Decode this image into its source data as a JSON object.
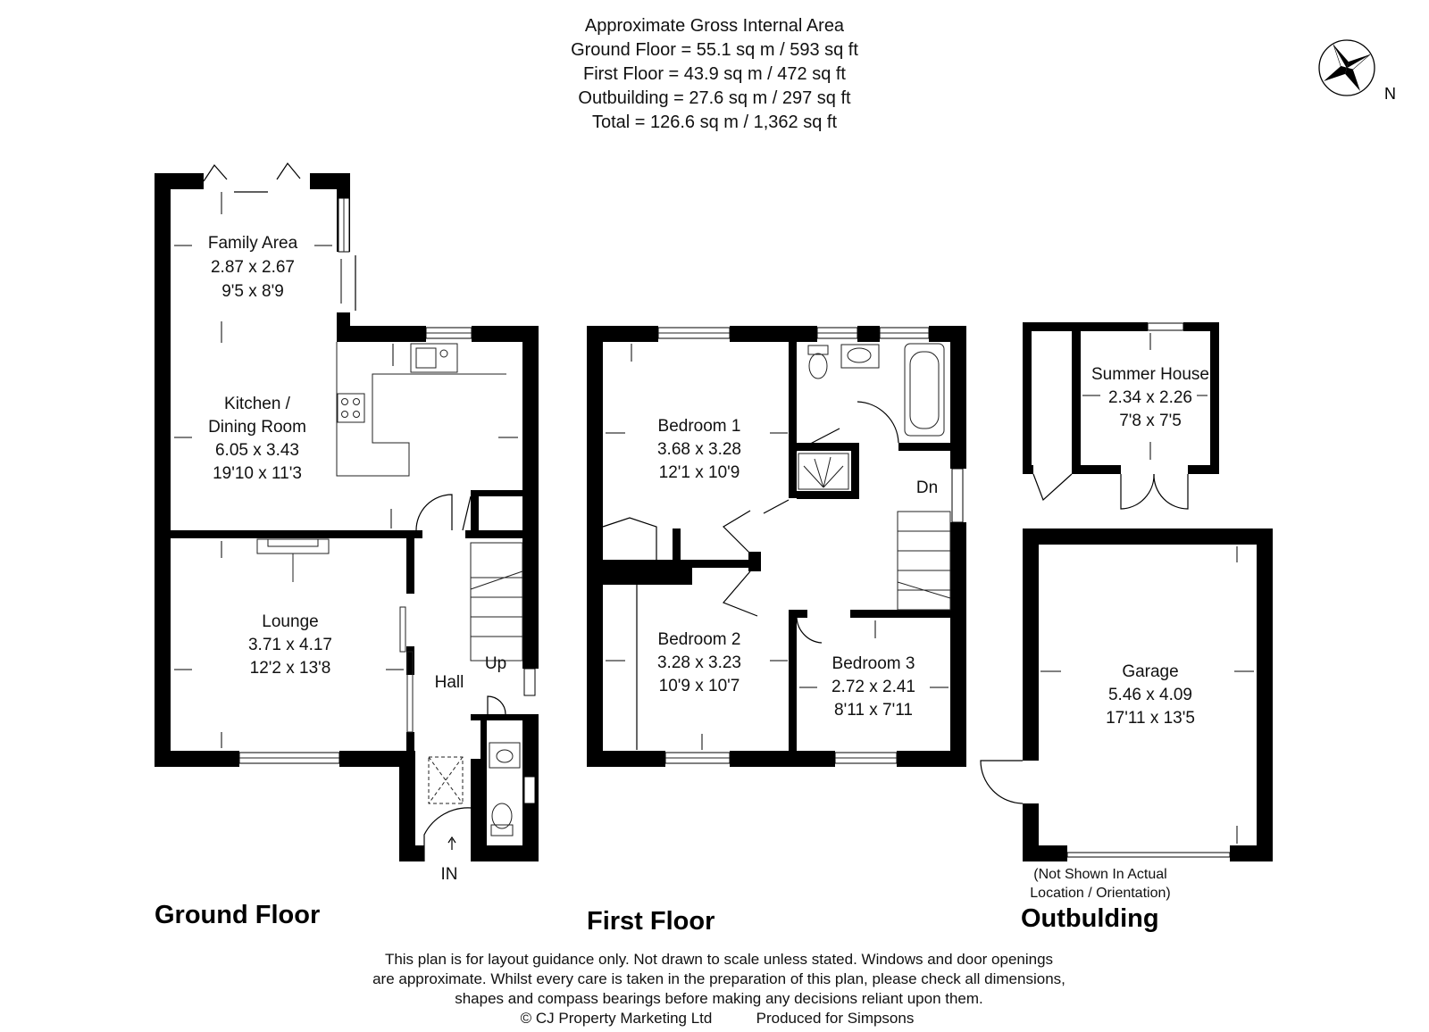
{
  "header": {
    "line1": "Approximate Gross Internal Area",
    "line2": "Ground Floor = 55.1 sq m / 593 sq ft",
    "line3": "First Floor = 43.9 sq m / 472 sq ft",
    "line4": "Outbuilding =  27.6 sq m / 297 sq ft",
    "line5": "Total = 126.6 sq m / 1,362 sq ft"
  },
  "compass": {
    "label": "N",
    "icon": "compass-rose-icon"
  },
  "floors": {
    "ground": "Ground Floor",
    "first": "First Floor",
    "outbuilding": "Outbulding"
  },
  "rooms": {
    "family_area": {
      "name": "Family Area",
      "metric": "2.87 x 2.67",
      "imperial": "9'5 x 8'9"
    },
    "kitchen": {
      "name1": "Kitchen /",
      "name2": "Dining Room",
      "metric": "6.05 x 3.43",
      "imperial": "19'10 x 11'3"
    },
    "lounge": {
      "name": "Lounge",
      "metric": "3.71 x 4.17",
      "imperial": "12'2 x 13'8"
    },
    "hall": {
      "name": "Hall"
    },
    "bedroom1": {
      "name": "Bedroom 1",
      "metric": "3.68 x 3.28",
      "imperial": "12'1 x 10'9"
    },
    "bedroom2": {
      "name": "Bedroom 2",
      "metric": "3.28 x 3.23",
      "imperial": "10'9 x 10'7"
    },
    "bedroom3": {
      "name": "Bedroom 3",
      "metric": "2.72 x 2.41",
      "imperial": "8'11 x 7'11"
    },
    "summer_house": {
      "name": "Summer House",
      "metric": "2.34 x 2.26",
      "imperial": "7'8 x 7'5"
    },
    "garage": {
      "name": "Garage",
      "metric": "5.46 x 4.09",
      "imperial": "17'11 x 13'5"
    }
  },
  "markers": {
    "up": "Up",
    "down": "Dn",
    "entrance": "IN"
  },
  "outbuilding_note": {
    "line1": "(Not Shown In Actual",
    "line2": "Location / Orientation)"
  },
  "disclaimer": {
    "line1": "This plan is for layout guidance only. Not drawn to scale unless stated. Windows and door openings",
    "line2": "are approximate. Whilst every care is taken in the preparation of this plan, please check all dimensions,",
    "line3": "shapes and compass bearings before making any decisions reliant upon them.",
    "copyright": "© CJ Property Marketing Ltd",
    "produced": "Produced for Simpsons"
  }
}
